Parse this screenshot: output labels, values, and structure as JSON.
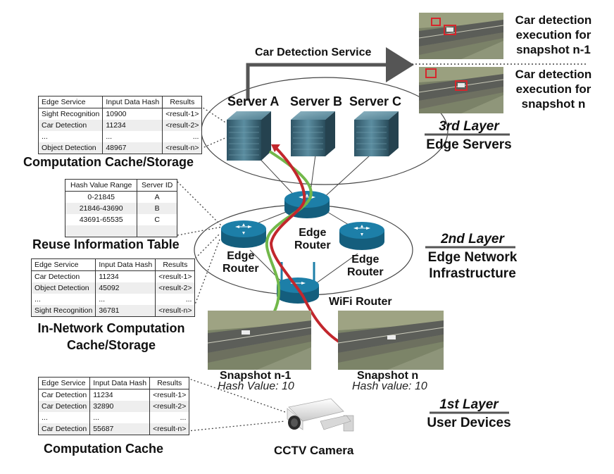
{
  "service": {
    "title": "Car Detection Service"
  },
  "detections": [
    {
      "text_lines": [
        "Car detection",
        "execution for",
        "snapshot n-1"
      ]
    },
    {
      "text_lines": [
        "Car detection",
        "execution for",
        "snapshot n"
      ]
    }
  ],
  "servers": [
    {
      "label": "Server A"
    },
    {
      "label": "Server B"
    },
    {
      "label": "Server C"
    }
  ],
  "layers": {
    "third": {
      "title": "3rd Layer",
      "subtitle": "Edge Servers"
    },
    "second": {
      "title": "2nd Layer",
      "subtitle_lines": [
        "Edge Network",
        "Infrastructure"
      ]
    },
    "first": {
      "title": "1st Layer",
      "subtitle": "User Devices"
    }
  },
  "routers": [
    {
      "label_lines": [
        "Edge",
        "Router"
      ]
    },
    {
      "label_lines": [
        "Edge",
        "Router"
      ]
    },
    {
      "label_lines": [
        "Edge",
        "Router"
      ]
    }
  ],
  "wifi_router": {
    "label": "WiFi Router"
  },
  "snapshots": [
    {
      "label": "Snapshot n-1",
      "hash_text": "Hash Value: 10"
    },
    {
      "label": "Snapshot n",
      "hash_text": "Hash value: 10"
    }
  ],
  "camera": {
    "label": "CCTV Camera"
  },
  "tables": {
    "computation_storage": {
      "caption": "Computation Cache/Storage",
      "headers": [
        "Edge Service",
        "Input Data Hash",
        "Results"
      ],
      "rows": [
        [
          "Sight Recognition",
          "10900",
          "<result-1>"
        ],
        [
          "Car Detection",
          "11234",
          "<result-2>"
        ],
        [
          "...",
          "...",
          "..."
        ],
        [
          "Object Detection",
          "48967",
          "<result-n>"
        ]
      ]
    },
    "reuse_info": {
      "caption": "Reuse Information Table",
      "headers": [
        "Hash Value Range",
        "Server ID"
      ],
      "rows": [
        [
          "0-21845",
          "A"
        ],
        [
          "21846-43690",
          "B"
        ],
        [
          "43691-65535",
          "C"
        ],
        [
          "",
          ""
        ]
      ]
    },
    "in_network": {
      "caption_lines": [
        "In-Network Computation",
        "Cache/Storage"
      ],
      "headers": [
        "Edge Service",
        "Input Data Hash",
        "Results"
      ],
      "rows": [
        [
          "Car Detection",
          "11234",
          "<result-1>"
        ],
        [
          "Object Detection",
          "45092",
          "<result-2>"
        ],
        [
          "...",
          "...",
          "..."
        ],
        [
          "Sight Recognition",
          "36781",
          "<result-n>"
        ]
      ]
    },
    "computation_cache": {
      "caption": "Computation Cache",
      "headers": [
        "Edge Service",
        "Input Data Hash",
        "Results"
      ],
      "rows": [
        [
          "Car Detection",
          "11234",
          "<result-1>"
        ],
        [
          "Car Detection",
          "32890",
          "<result-2>"
        ],
        [
          "...",
          "...",
          "..."
        ],
        [
          "Car Detection",
          "55687",
          "<result-n>"
        ]
      ]
    }
  },
  "colors": {
    "path_green": "#72b84a",
    "path_red": "#c2272d",
    "router_blue": "#1d7fa8",
    "server_blue": "#3d6a7e",
    "arrow_gray": "#555555"
  }
}
